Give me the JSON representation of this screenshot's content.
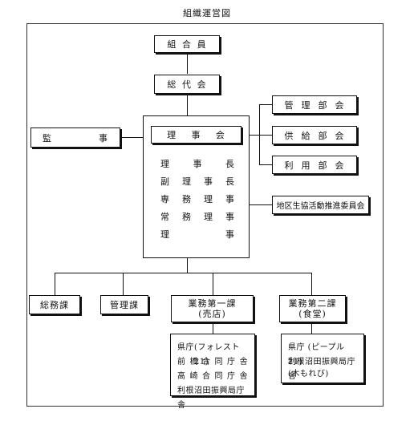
{
  "title": "組織運営図",
  "top": {
    "members": [
      "組",
      "合",
      "員"
    ],
    "delegates": [
      "総",
      "代",
      "会"
    ],
    "auditor": [
      "監",
      "事"
    ],
    "board": [
      "理",
      "事",
      "会"
    ]
  },
  "board_members": [
    [
      "理",
      "事",
      "長"
    ],
    [
      "副",
      "理",
      "事",
      "長"
    ],
    [
      "専",
      "務",
      "理",
      "事"
    ],
    [
      "常",
      "務",
      "理",
      "事"
    ],
    [
      "理",
      "",
      "事"
    ]
  ],
  "committees": [
    [
      "管",
      "理",
      "部",
      "会"
    ],
    [
      "供",
      "給",
      "部",
      "会"
    ],
    [
      "利",
      "用",
      "部",
      "会"
    ]
  ],
  "district_committee": "地区生協活動推進委員会",
  "departments": {
    "general": "総務課",
    "management": "管理課",
    "sales1_line1": "業務第一課",
    "sales1_line2": "(売店)",
    "sales2_line1": "業務第二課",
    "sales2_line2": "(食堂)"
  },
  "stores1": [
    [
      "県",
      "庁",
      "(フォレスト21)"
    ],
    [
      "前",
      "橋",
      "合",
      "同",
      "庁",
      "舎"
    ],
    [
      "高",
      "崎",
      "合",
      "同",
      "庁",
      "舎"
    ],
    [
      "利根沼田振興局庁舎"
    ]
  ],
  "stores2": {
    "line1": "県庁 (ピープル21)",
    "line2": "利根沼田振興局庁舎",
    "line3": "(木もれび)"
  }
}
